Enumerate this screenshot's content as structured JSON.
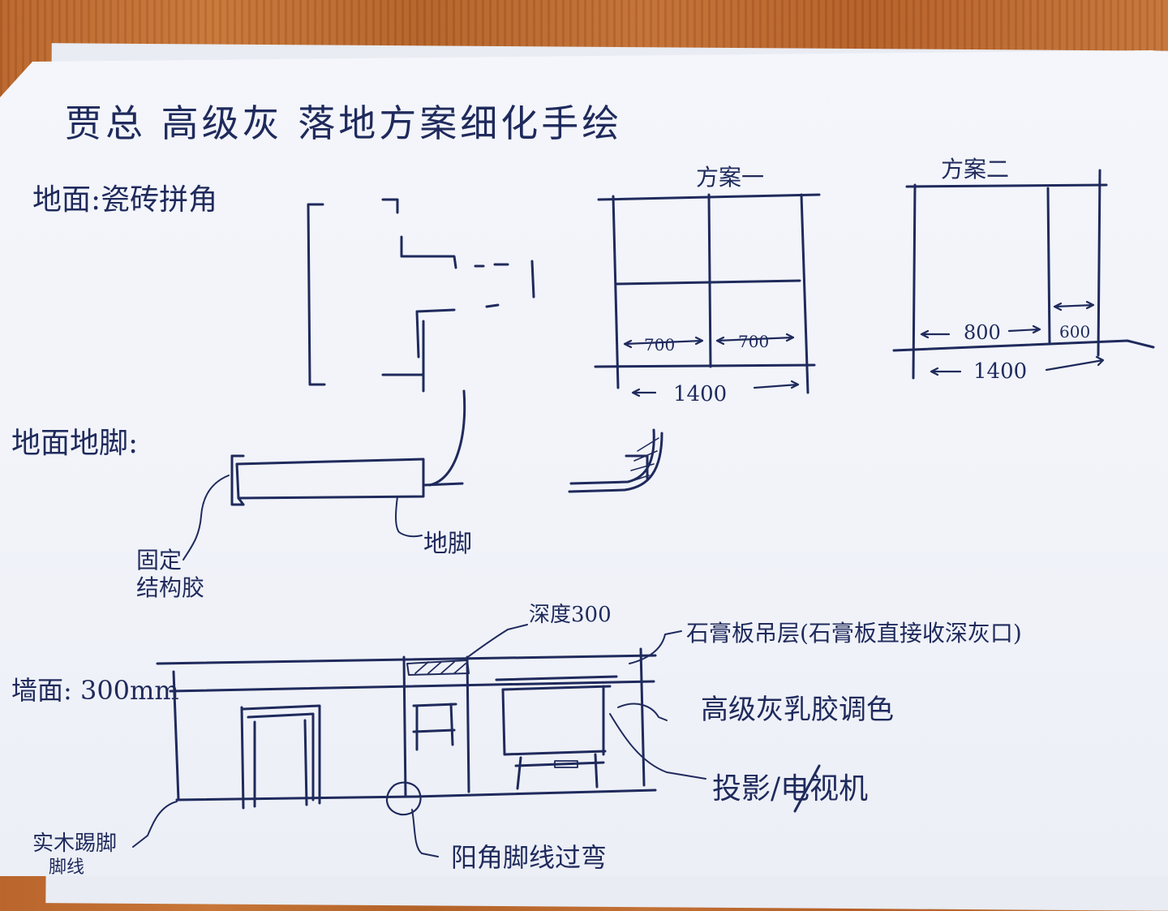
{
  "title": "贾总 高级灰 落地方案细化手绘",
  "sections": {
    "floor": "地面:瓷砖拼角",
    "skirting": "地面地脚:",
    "wall": "墙面: 300mm"
  },
  "scheme_one": {
    "label": "方案一",
    "dim_left": "700",
    "dim_right": "700",
    "dim_total": "1400"
  },
  "scheme_two": {
    "label": "方案二",
    "dim_left": "800",
    "dim_right": "600",
    "dim_total": "1400"
  },
  "skirting_notes": {
    "fixing": "固定",
    "fixing_2": "结构胶",
    "skirting": "地脚"
  },
  "wall_notes": {
    "depth": "深度300",
    "gypsum": "石膏板吊层(石膏板直接收深灰口)",
    "paint": "高级灰乳胶调色",
    "tv": "投影/电视机",
    "wood": "实木踢脚",
    "wood_2": "脚线",
    "transition": "阳角脚线过弯"
  },
  "colors": {
    "ink": "#1f2a5c",
    "paper": "#f2f4fa",
    "desk": "#bd6a2f"
  }
}
